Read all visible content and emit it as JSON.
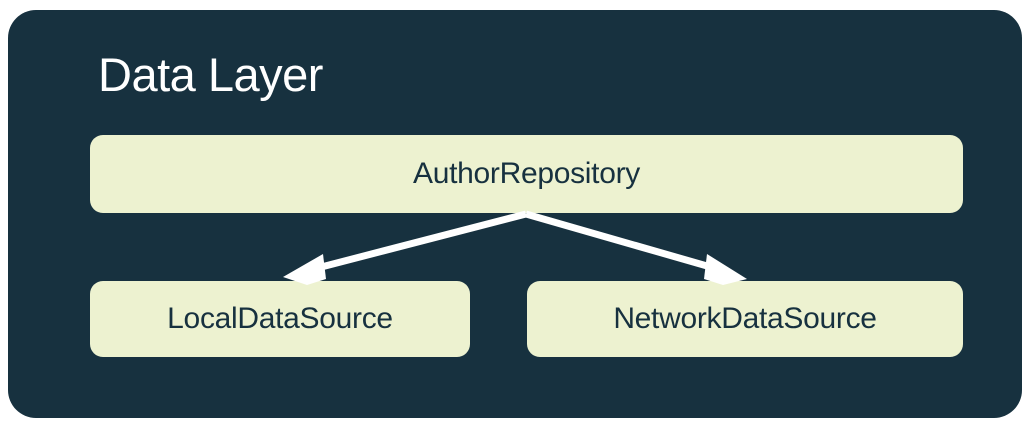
{
  "diagram": {
    "title": "Data Layer",
    "container_color": "#17313f",
    "node_fill_color": "#edf2d0",
    "node_text_color": "#17313f",
    "title_color": "#ffffff",
    "arrow_color": "#ffffff",
    "background_color": "#ffffff"
  },
  "nodes": [
    {
      "id": "author-repository",
      "label": "AuthorRepository"
    },
    {
      "id": "local-data-source",
      "label": "LocalDataSource"
    },
    {
      "id": "network-data-source",
      "label": "NetworkDataSource"
    }
  ],
  "edges": [
    {
      "from": "AuthorRepository",
      "to": "LocalDataSource",
      "style": "solid-arrow"
    },
    {
      "from": "AuthorRepository",
      "to": "NetworkDataSource",
      "style": "solid-arrow"
    }
  ],
  "chart_data": {
    "type": "diagram",
    "title": "Data Layer",
    "nodes": [
      "AuthorRepository",
      "LocalDataSource",
      "NetworkDataSource"
    ],
    "links": [
      [
        "AuthorRepository",
        "LocalDataSource"
      ],
      [
        "AuthorRepository",
        "NetworkDataSource"
      ]
    ]
  }
}
